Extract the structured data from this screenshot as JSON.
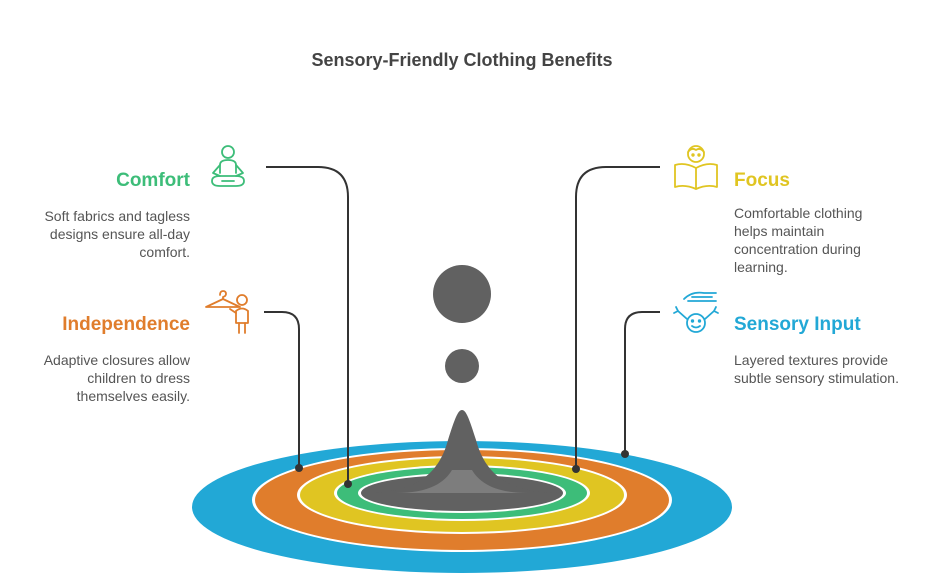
{
  "title": "Sensory-Friendly Clothing Benefits",
  "colors": {
    "comfort": "#3dbd79",
    "focus": "#e0c522",
    "independence": "#e07d2c",
    "sensory_input": "#22a8d6",
    "center": "#616161",
    "line": "#333333"
  },
  "items": {
    "comfort": {
      "heading": "Comfort",
      "description": "Soft fabrics and tagless designs ensure all-day comfort.",
      "icon": "meditating-person-icon"
    },
    "independence": {
      "heading": "Independence",
      "description": "Adaptive closures allow children to dress themselves easily.",
      "icon": "child-with-hanger-icon"
    },
    "focus": {
      "heading": "Focus",
      "description": "Comfortable clothing helps maintain concentration during learning.",
      "icon": "child-reading-book-icon"
    },
    "sensory_input": {
      "heading": "Sensory Input",
      "description": "Layered textures provide subtle sensory stimulation.",
      "icon": "hand-over-child-icon"
    }
  }
}
